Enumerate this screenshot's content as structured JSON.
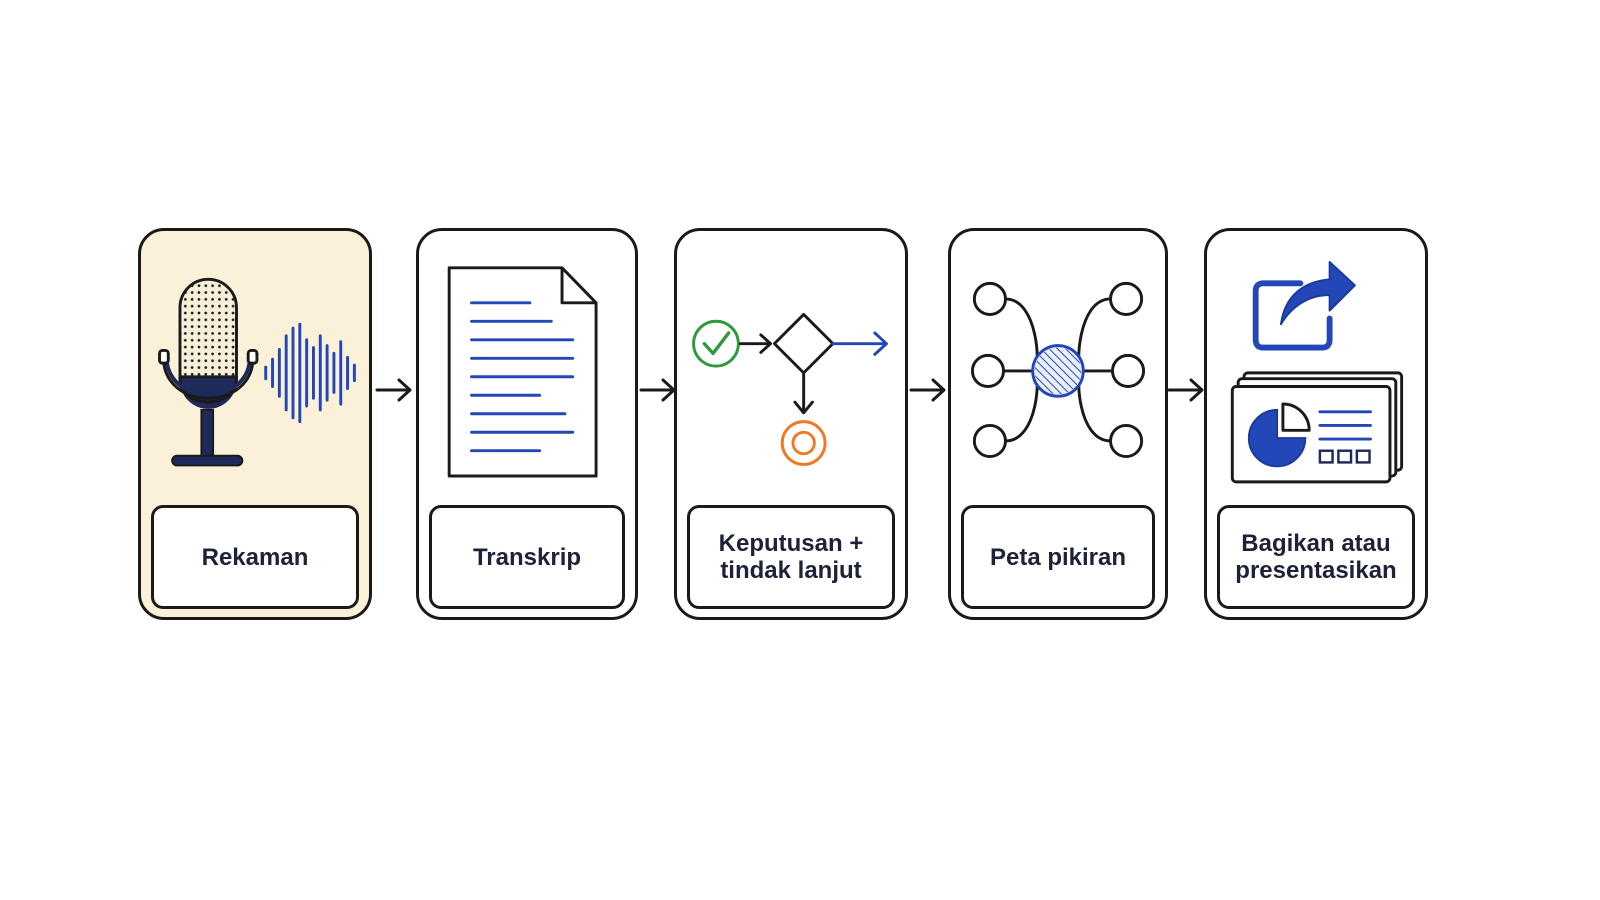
{
  "steps": [
    {
      "label": "Rekaman",
      "icon": "microphone-icon"
    },
    {
      "label": "Transkrip",
      "icon": "document-icon"
    },
    {
      "label": "Keputusan +\ntindak lanjut",
      "icon": "decision-flow-icon"
    },
    {
      "label": "Peta pikiran",
      "icon": "mind-map-icon"
    },
    {
      "label": "Bagikan atau\npresentasikan",
      "icon": "share-icon"
    }
  ],
  "colors": {
    "outline": "#1a1a1a",
    "blue": "#2346b8",
    "navy": "#1e2a5a",
    "green": "#2e9a3a",
    "orange": "#f07a24",
    "highlight": "#fbf1d8",
    "text": "#1d2238"
  }
}
